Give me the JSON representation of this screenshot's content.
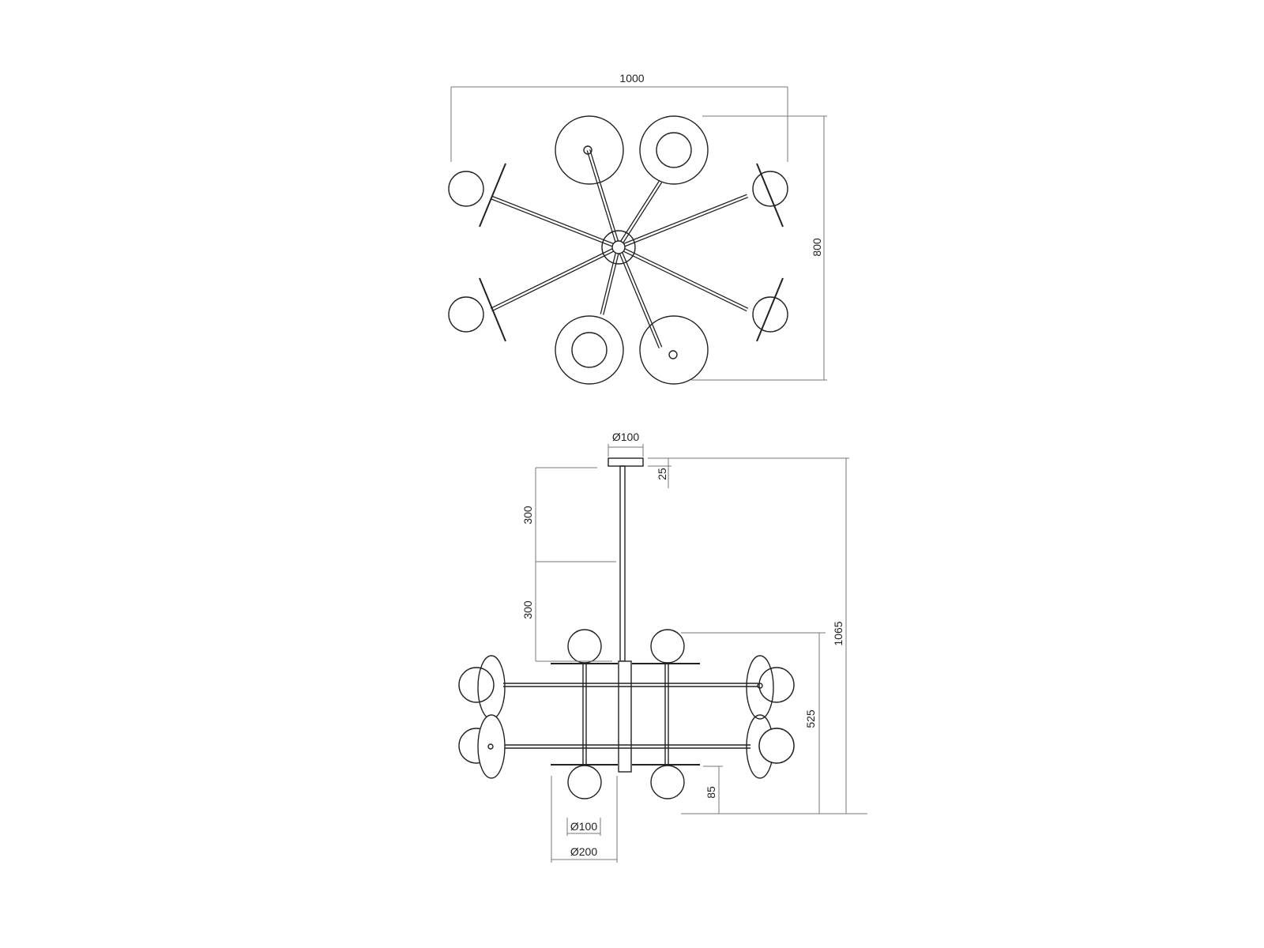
{
  "top_view": {
    "width_label": "1000",
    "depth_label": "800"
  },
  "side_view": {
    "canopy_diameter_label": "Ø100",
    "canopy_height_label": "25",
    "rod_segment_1_label": "300",
    "rod_segment_2_label": "300",
    "total_height_label": "1065",
    "body_height_label": "525",
    "globe_drop_label": "85",
    "globe_diameter_label": "Ø100",
    "disc_diameter_label": "Ø200"
  },
  "colors": {
    "line": "#222222",
    "dimension": "#777777"
  }
}
